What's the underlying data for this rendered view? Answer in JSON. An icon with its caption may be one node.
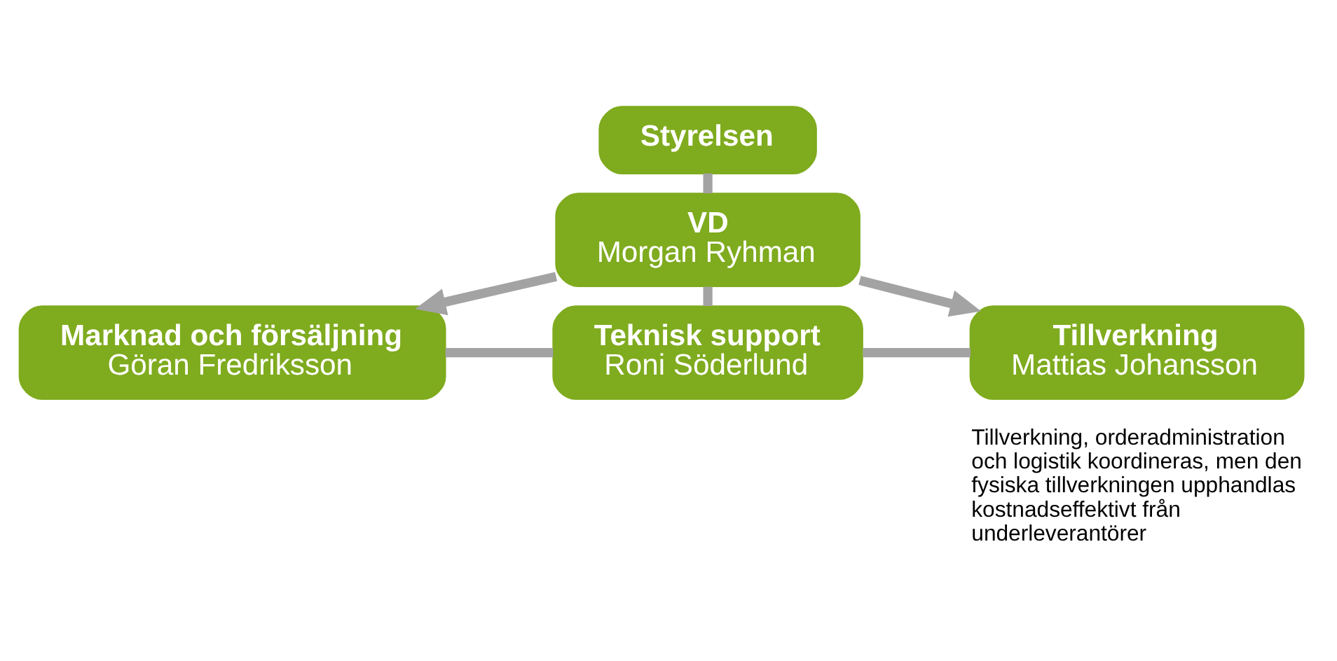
{
  "diagram": {
    "nodes": [
      {
        "text": [
          "Styrelsen"
        ]
      },
      {
        "text": [
          "VD",
          "Morgan Ryhman"
        ]
      },
      {
        "text": [
          "Marknad och försäljning",
          "Göran Fredriksson"
        ]
      },
      {
        "text": [
          "Teknisk support",
          "Roni Söderlund"
        ]
      },
      {
        "text": [
          "Tillverkning",
          "Mattias Johansson"
        ],
        "beside": [
          "Tillverkning, orderadministration och logistik koordineras, men den fysiska tillverkningen upphandlas kostnadseffektivt från underleverantörer"
        ]
      }
    ],
    "edges": [
      {
        "from": 0,
        "to": 1,
        "arrow": "none"
      },
      {
        "from": 1,
        "to": 2,
        "arrow": "to"
      },
      {
        "from": 1,
        "to": 3,
        "arrow": "none"
      },
      {
        "from": 1,
        "to": 4,
        "arrow": "to"
      },
      {
        "from": 2,
        "to": 3,
        "arrow": "none"
      },
      {
        "from": 3,
        "to": 4,
        "arrow": "none"
      }
    ]
  }
}
